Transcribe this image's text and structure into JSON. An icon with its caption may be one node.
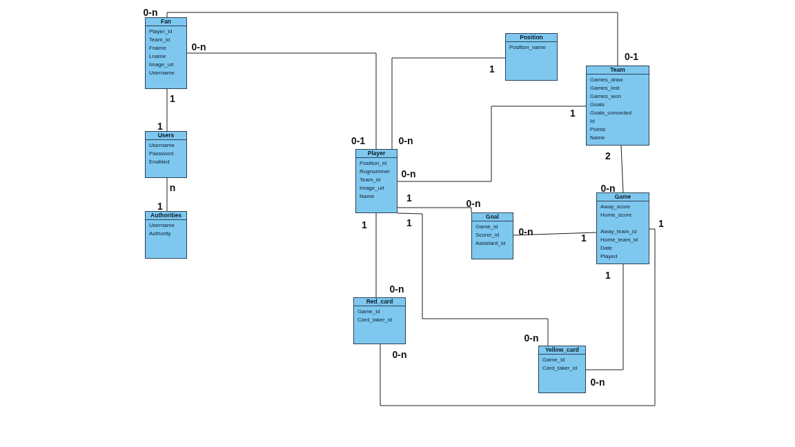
{
  "diagram": {
    "nodes": [
      {
        "text": [
          "Fan",
          "Player_id",
          "Team_id",
          "Fname",
          "Lname",
          "Image_url",
          "Username"
        ]
      },
      {
        "text": [
          "Users",
          "Username",
          "Password",
          "Enabled"
        ]
      },
      {
        "text": [
          "Authorities",
          "Username",
          "Authority"
        ]
      },
      {
        "text": [
          "Position",
          "Position_name"
        ]
      },
      {
        "text": [
          "Team",
          "Games_draw",
          "Games_lost",
          "Games_won",
          "Goals",
          "Goals_conceded",
          "Id",
          "Points",
          "Name"
        ]
      },
      {
        "text": [
          "Player",
          "Position_id",
          "Rugnummer",
          "Team_id",
          "Image_url",
          "Name"
        ]
      },
      {
        "text": [
          "Goal",
          "Game_id",
          "Scorer_id",
          "Assistant_id"
        ]
      },
      {
        "text": [
          "Game",
          "Away_score",
          "Home_score",
          "Away_team_id",
          "Home_team_id",
          "Date",
          "Played"
        ]
      },
      {
        "text": [
          "Red_card",
          "Game_id",
          "Card_taker_id"
        ]
      },
      {
        "text": [
          "Yellow_card",
          "Game_id",
          "Card_taker_id"
        ]
      }
    ],
    "edges": [
      {
        "from": 0,
        "to": 4,
        "arrow": "none"
      },
      {
        "from": 0,
        "to": 5,
        "arrow": "none"
      },
      {
        "from": 0,
        "to": 1,
        "arrow": "none"
      },
      {
        "from": 1,
        "to": 2,
        "arrow": "none"
      },
      {
        "from": 5,
        "to": 3,
        "arrow": "none"
      },
      {
        "from": 5,
        "to": 4,
        "arrow": "none"
      },
      {
        "from": 5,
        "to": 6,
        "arrow": "none"
      },
      {
        "from": 5,
        "to": 9,
        "arrow": "none"
      },
      {
        "from": 5,
        "to": 8,
        "arrow": "none"
      },
      {
        "from": 6,
        "to": 7,
        "arrow": "none"
      },
      {
        "from": 4,
        "to": 7,
        "arrow": "none"
      },
      {
        "from": 7,
        "to": 9,
        "arrow": "none"
      },
      {
        "from": 7,
        "to": 8,
        "arrow": "none"
      }
    ],
    "labels": [
      "0-n",
      "0-n",
      "0-1",
      "1",
      "1",
      "1",
      "1",
      "0-1",
      "0-n",
      "2",
      "0-n",
      "n",
      "0-n",
      "1",
      "0-n",
      "1",
      "1",
      "1",
      "1",
      "0-n",
      "1",
      "1",
      "0-n",
      "0-n",
      "0-n",
      "0-n"
    ]
  }
}
